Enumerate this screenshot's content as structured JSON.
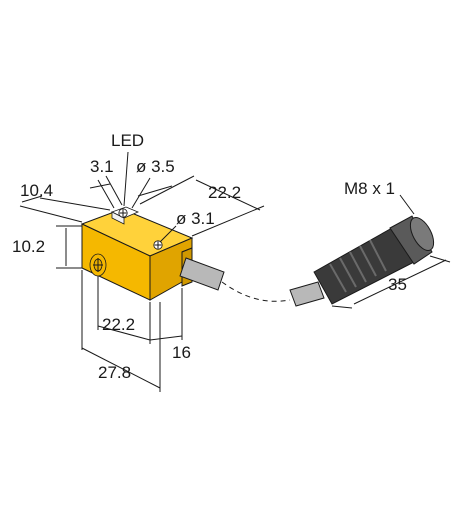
{
  "labels": {
    "led": "LED",
    "led_width": "3.1",
    "led_hole_diameter": "ø 3.5",
    "front_offset": "10.4",
    "side_depth_top": "22.2",
    "mount_hole_diameter": "ø 3.1",
    "height": "10.2",
    "bottom_depth": "22.2",
    "bottom_width": "16",
    "overall_length": "27.8",
    "connector_label": "M8 x 1",
    "connector_length": "35"
  },
  "colors": {
    "housing_front": "#f5b800",
    "housing_top": "#ffd23a",
    "housing_side": "#e0a400",
    "cable": "#b8b8b8",
    "connector_body": "#3a3a3a",
    "line": "#1a1a1a"
  }
}
